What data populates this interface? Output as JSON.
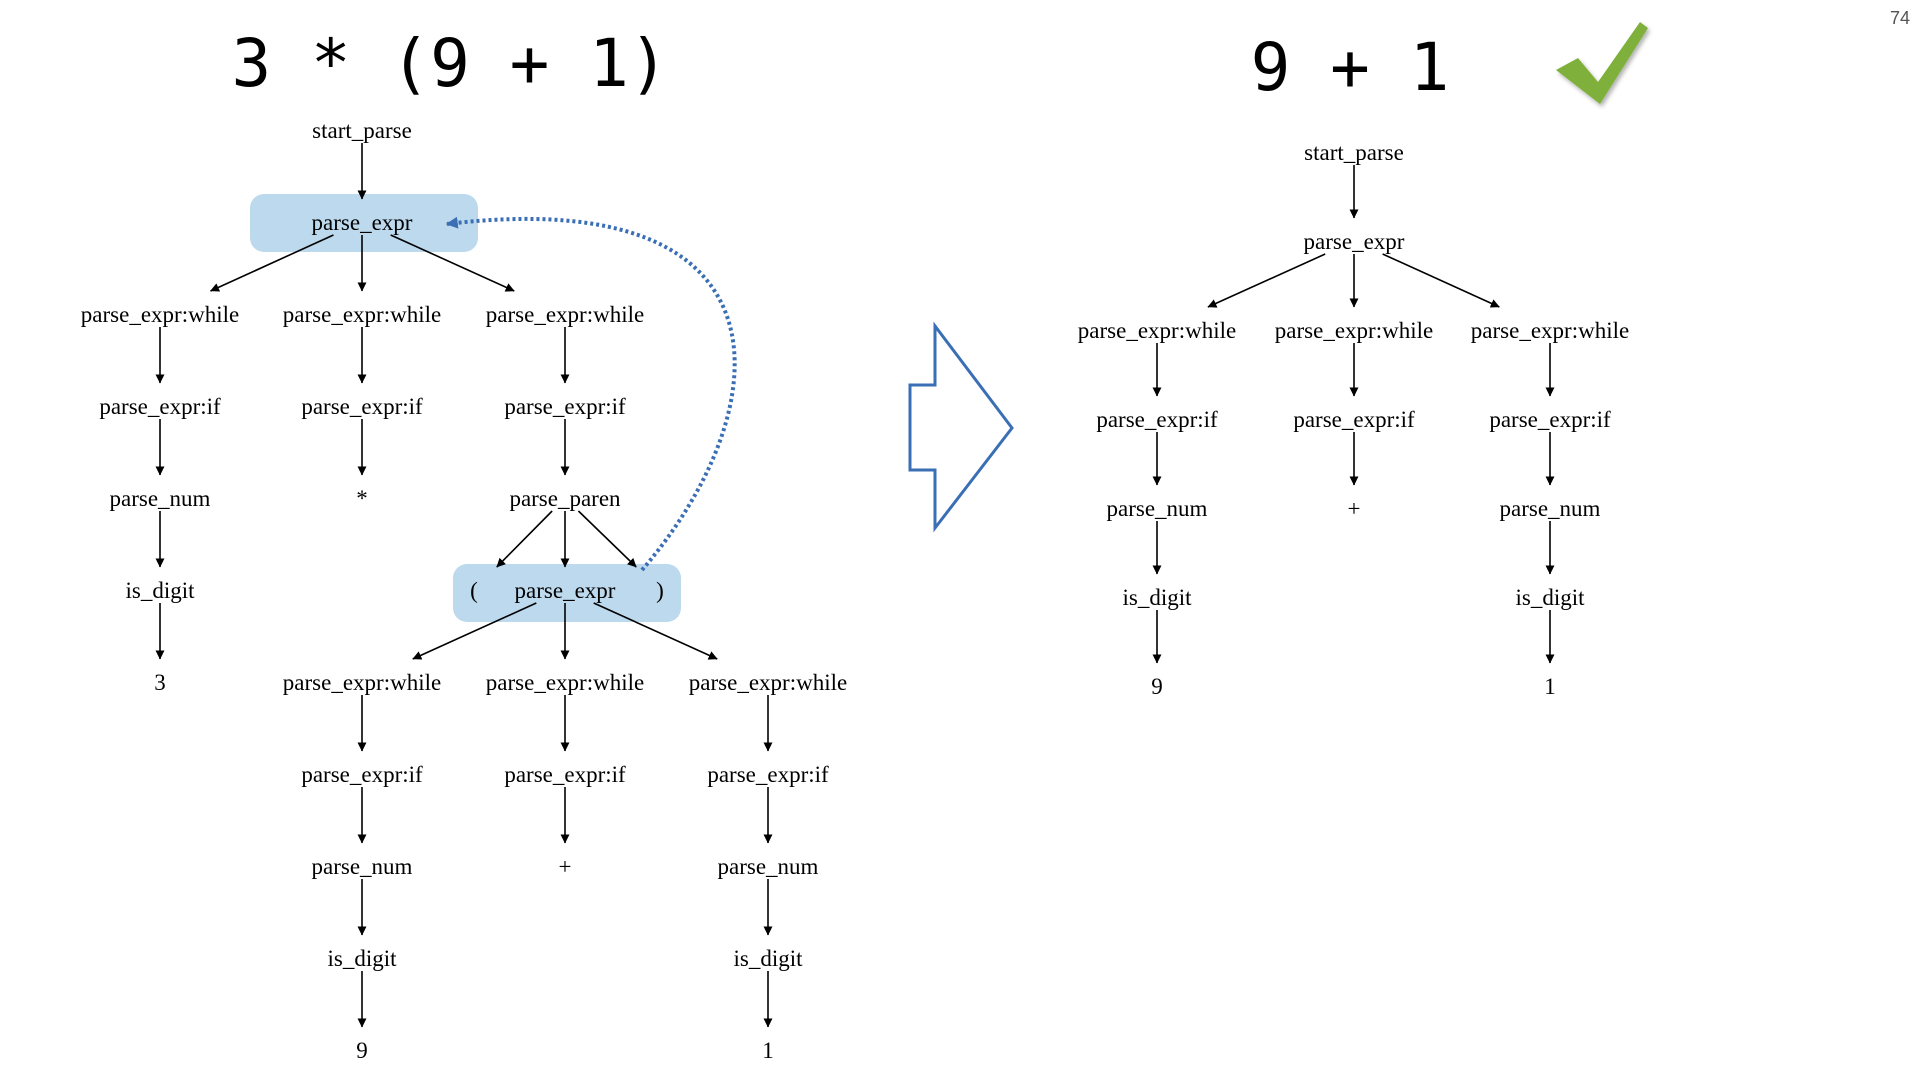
{
  "slide": {
    "page_number": "74",
    "left_expression": "3 * (9 + 1)",
    "right_expression": "9 + 1"
  },
  "left_tree": {
    "nodes": [
      {
        "id": "L_start",
        "label": "start_parse"
      },
      {
        "id": "L_pe",
        "label": "parse_expr"
      },
      {
        "id": "L_w1",
        "label": "parse_expr:while"
      },
      {
        "id": "L_w2",
        "label": "parse_expr:while"
      },
      {
        "id": "L_w3",
        "label": "parse_expr:while"
      },
      {
        "id": "L_if1",
        "label": "parse_expr:if"
      },
      {
        "id": "L_if2",
        "label": "parse_expr:if"
      },
      {
        "id": "L_if3",
        "label": "parse_expr:if"
      },
      {
        "id": "L_num1",
        "label": "parse_num"
      },
      {
        "id": "L_star",
        "label": "*"
      },
      {
        "id": "L_paren",
        "label": "parse_paren"
      },
      {
        "id": "L_dig1",
        "label": "is_digit"
      },
      {
        "id": "L_lp",
        "label": "("
      },
      {
        "id": "L_pe2",
        "label": "parse_expr"
      },
      {
        "id": "L_rp",
        "label": ")"
      },
      {
        "id": "L_three",
        "label": "3"
      },
      {
        "id": "L_w4",
        "label": "parse_expr:while"
      },
      {
        "id": "L_w5",
        "label": "parse_expr:while"
      },
      {
        "id": "L_w6",
        "label": "parse_expr:while"
      },
      {
        "id": "L_if4",
        "label": "parse_expr:if"
      },
      {
        "id": "L_if5",
        "label": "parse_expr:if"
      },
      {
        "id": "L_if6",
        "label": "parse_expr:if"
      },
      {
        "id": "L_num2",
        "label": "parse_num"
      },
      {
        "id": "L_plus",
        "label": "+"
      },
      {
        "id": "L_num3",
        "label": "parse_num"
      },
      {
        "id": "L_dig2",
        "label": "is_digit"
      },
      {
        "id": "L_dig3",
        "label": "is_digit"
      },
      {
        "id": "L_nine",
        "label": "9"
      },
      {
        "id": "L_one",
        "label": "1"
      }
    ],
    "edges": [
      [
        "L_start",
        "L_pe"
      ],
      [
        "L_pe",
        "L_w1"
      ],
      [
        "L_pe",
        "L_w2"
      ],
      [
        "L_pe",
        "L_w3"
      ],
      [
        "L_w1",
        "L_if1"
      ],
      [
        "L_w2",
        "L_if2"
      ],
      [
        "L_w3",
        "L_if3"
      ],
      [
        "L_if1",
        "L_num1"
      ],
      [
        "L_if2",
        "L_star"
      ],
      [
        "L_if3",
        "L_paren"
      ],
      [
        "L_num1",
        "L_dig1"
      ],
      [
        "L_dig1",
        "L_three"
      ],
      [
        "L_paren",
        "L_lp"
      ],
      [
        "L_paren",
        "L_pe2"
      ],
      [
        "L_paren",
        "L_rp"
      ],
      [
        "L_pe2",
        "L_w4"
      ],
      [
        "L_pe2",
        "L_w5"
      ],
      [
        "L_pe2",
        "L_w6"
      ],
      [
        "L_w4",
        "L_if4"
      ],
      [
        "L_w5",
        "L_if5"
      ],
      [
        "L_w6",
        "L_if6"
      ],
      [
        "L_if4",
        "L_num2"
      ],
      [
        "L_if5",
        "L_plus"
      ],
      [
        "L_if6",
        "L_num3"
      ],
      [
        "L_num2",
        "L_dig2"
      ],
      [
        "L_num3",
        "L_dig3"
      ],
      [
        "L_dig2",
        "L_nine"
      ],
      [
        "L_dig3",
        "L_one"
      ]
    ],
    "highlighted": [
      "L_pe",
      "L_pe2"
    ],
    "highlight_color": "#bcd9ee",
    "recursion_link": {
      "from": "L_rp",
      "to": "L_pe",
      "color": "#3b6fb5"
    }
  },
  "right_tree": {
    "nodes": [
      {
        "id": "R_start",
        "label": "start_parse"
      },
      {
        "id": "R_pe",
        "label": "parse_expr"
      },
      {
        "id": "R_w1",
        "label": "parse_expr:while"
      },
      {
        "id": "R_w2",
        "label": "parse_expr:while"
      },
      {
        "id": "R_w3",
        "label": "parse_expr:while"
      },
      {
        "id": "R_if1",
        "label": "parse_expr:if"
      },
      {
        "id": "R_if2",
        "label": "parse_expr:if"
      },
      {
        "id": "R_if3",
        "label": "parse_expr:if"
      },
      {
        "id": "R_num1",
        "label": "parse_num"
      },
      {
        "id": "R_plus",
        "label": "+"
      },
      {
        "id": "R_num2",
        "label": "parse_num"
      },
      {
        "id": "R_dig1",
        "label": "is_digit"
      },
      {
        "id": "R_dig2",
        "label": "is_digit"
      },
      {
        "id": "R_nine",
        "label": "9"
      },
      {
        "id": "R_one",
        "label": "1"
      }
    ],
    "edges": [
      [
        "R_start",
        "R_pe"
      ],
      [
        "R_pe",
        "R_w1"
      ],
      [
        "R_pe",
        "R_w2"
      ],
      [
        "R_pe",
        "R_w3"
      ],
      [
        "R_w1",
        "R_if1"
      ],
      [
        "R_w2",
        "R_if2"
      ],
      [
        "R_w3",
        "R_if3"
      ],
      [
        "R_if1",
        "R_num1"
      ],
      [
        "R_if2",
        "R_plus"
      ],
      [
        "R_if3",
        "R_num2"
      ],
      [
        "R_num1",
        "R_dig1"
      ],
      [
        "R_num2",
        "R_dig2"
      ],
      [
        "R_dig1",
        "R_nine"
      ],
      [
        "R_dig2",
        "R_one"
      ]
    ]
  },
  "icons": {
    "transform_arrow": "right-arrow-icon",
    "transform_arrow_color": "#3b6fb5",
    "success_mark": "checkmark-icon",
    "success_mark_color": "#7fb03a"
  }
}
